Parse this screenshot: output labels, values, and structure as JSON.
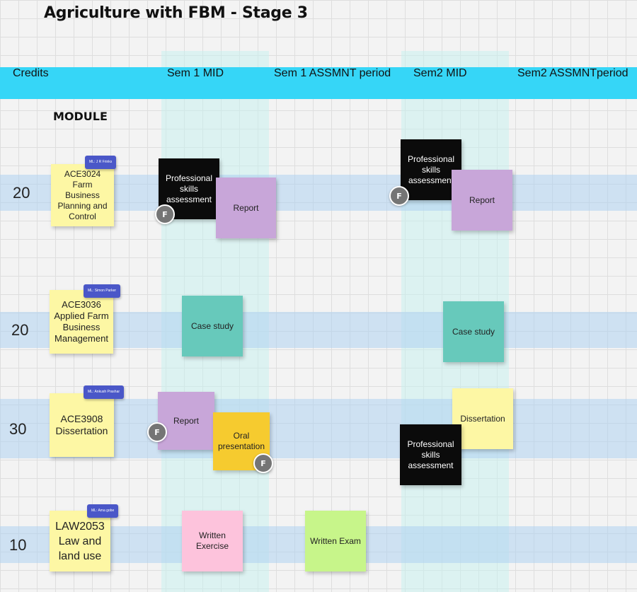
{
  "title": "Agriculture with FBM - Stage 3",
  "header": {
    "credits": "Credits",
    "sem1_mid": "Sem 1 MID",
    "sem1_assmnt": "Sem 1 ASSMNT period",
    "sem2_mid": "Sem2 MID",
    "sem2_assmnt": "Sem2 ASSMNTperiod"
  },
  "module_label": "MODULE",
  "rows": [
    {
      "credits": "20",
      "module": "ACE3024 Farm Business Planning and Control",
      "leader": "ML: J R Frinks",
      "sem1": [
        "Professional skills assessment",
        "Report"
      ],
      "sem2": [
        "Professional skills assessment",
        "Report"
      ]
    },
    {
      "credits": "20",
      "module": "ACE3036 Applied Farm Business Management",
      "leader": "ML: Simon Parker",
      "sem1": [
        "Case study"
      ],
      "sem2": [
        "Case study"
      ]
    },
    {
      "credits": "30",
      "module": "ACE3908 Dissertation",
      "leader": "ML: Ankush Prashar",
      "sem1": [
        "Report",
        "Oral presentation"
      ],
      "sem2": [
        "Dissertation",
        "Professional skills assessment"
      ]
    },
    {
      "credits": "10",
      "module": "LAW2053 Law and land use",
      "leader": "ML: Ama gobe",
      "sem1": [
        "Written Exercise"
      ],
      "sem1_assmnt": [
        "Written Exam"
      ]
    }
  ],
  "avatar_initial": "F",
  "colors": {
    "header_bar": "#36d6f7",
    "module_note": "#fdf7a4",
    "black_note": "#0b0b0b",
    "purple_note": "#c8a6d9",
    "teal_note": "#67c9bb",
    "gold_note": "#f6cb2f",
    "pink_note": "#fdc3dc",
    "green_note": "#c7f58a",
    "leader_tag": "#4a57c8"
  }
}
